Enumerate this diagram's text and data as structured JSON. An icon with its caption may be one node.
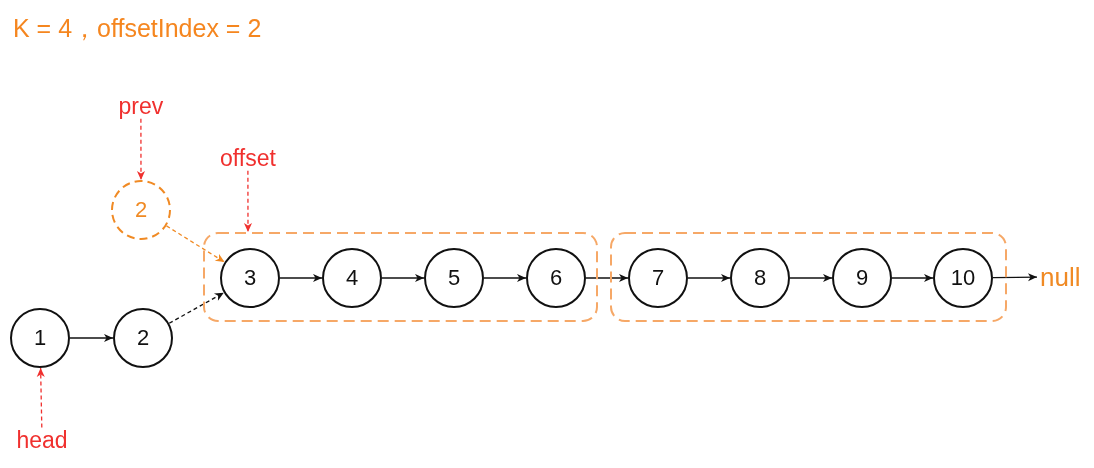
{
  "diagram": {
    "title": "K = 4，offsetIndex = 2",
    "nodes": [
      {
        "text": [
          "prev"
        ]
      },
      {
        "text": [
          "offset"
        ]
      },
      {
        "text": [
          "2"
        ]
      },
      {
        "text": [],
        "shape": "box"
      },
      {
        "text": [
          "3"
        ],
        "in": 3
      },
      {
        "text": [
          "4"
        ],
        "in": 3
      },
      {
        "text": [
          "5"
        ],
        "in": 3
      },
      {
        "text": [
          "6"
        ],
        "in": 3
      },
      {
        "text": [],
        "shape": "box"
      },
      {
        "text": [
          "7"
        ],
        "in": 8
      },
      {
        "text": [
          "8"
        ],
        "in": 8
      },
      {
        "text": [
          "9"
        ],
        "in": 8
      },
      {
        "text": [
          "10"
        ],
        "in": 8
      },
      {
        "text": [
          "null"
        ]
      },
      {
        "text": [
          "1"
        ]
      },
      {
        "text": [
          "2"
        ]
      },
      {
        "text": [
          "head"
        ]
      }
    ],
    "edges": [
      {
        "from": 0,
        "to": 2,
        "arrow": "to",
        "style": "dashed",
        "color": "#f0302e"
      },
      {
        "from": 1,
        "to": 3,
        "arrow": "to",
        "style": "dashed",
        "color": "#f0302e"
      },
      {
        "from": 2,
        "to": 4,
        "arrow": "to",
        "style": "dashed",
        "color": "#f08a24"
      },
      {
        "from": 4,
        "to": 5,
        "arrow": "to"
      },
      {
        "from": 5,
        "to": 6,
        "arrow": "to"
      },
      {
        "from": 6,
        "to": 7,
        "arrow": "to"
      },
      {
        "from": 7,
        "to": 9,
        "arrow": "to"
      },
      {
        "from": 9,
        "to": 10,
        "arrow": "to"
      },
      {
        "from": 10,
        "to": 11,
        "arrow": "to"
      },
      {
        "from": 11,
        "to": 12,
        "arrow": "to"
      },
      {
        "from": 12,
        "to": 13,
        "arrow": "to"
      },
      {
        "from": 14,
        "to": 15,
        "arrow": "to"
      },
      {
        "from": 15,
        "to": 4,
        "arrow": "to",
        "style": "dashed"
      },
      {
        "from": 16,
        "to": 14,
        "arrow": "to",
        "style": "dashed",
        "color": "#f0302e"
      }
    ]
  }
}
